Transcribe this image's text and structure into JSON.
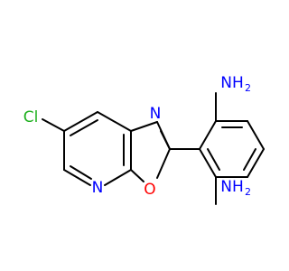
{
  "molecule": {
    "labels": {
      "chlorine": "Cl",
      "ring_nitrogen_top": "N",
      "ring_nitrogen_bottom": "N",
      "ring_oxygen": "O",
      "amine_top": "NH",
      "amine_top_subscript": "2",
      "amine_bottom": "NH",
      "amine_bottom_subscript": "2"
    },
    "colors": {
      "bond": "#000000",
      "chlorine": "#1fb01f",
      "nitrogen": "#0000ff",
      "oxygen": "#ff0000"
    }
  }
}
